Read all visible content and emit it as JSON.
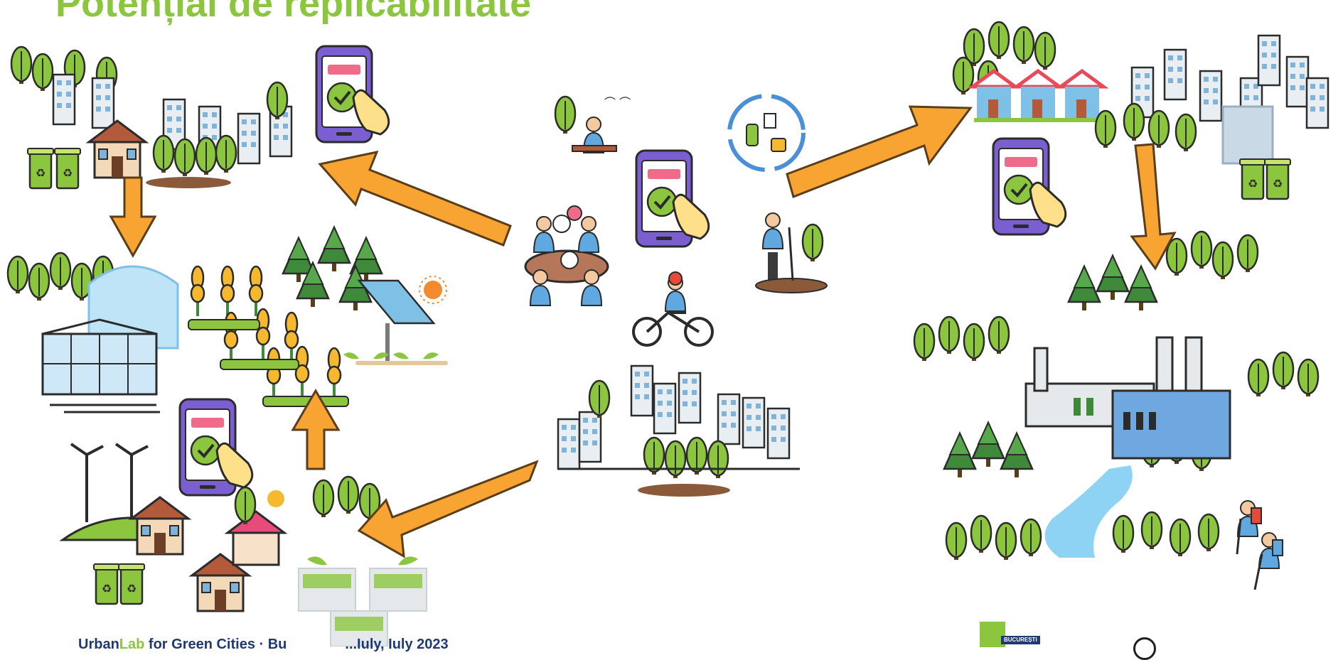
{
  "slide": {
    "title": "Potențial de replicabilitate",
    "footer_part1": "Urban",
    "footer_part2": "Lab",
    "footer_part3": " for Green Cities · Bu",
    "footer_part4": "...Iuly, Iuly 2023",
    "logo_badge": "BUCUREȘTI"
  },
  "colors": {
    "title": "#8cc63f",
    "arrow": "#f7a433",
    "arrow_outline": "#5a3e1b",
    "tree_green": "#8cc63f",
    "dark_green": "#3f8a3a",
    "footer_text": "#1f3a73"
  },
  "icons": [
    "city-cluster-icon",
    "recycle-bins-icon",
    "smartphone-tap-icon",
    "house-icon",
    "forest-icon",
    "greenhouse-icon",
    "wheat-field-icon",
    "solar-panel-icon",
    "wind-turbine-icon",
    "green-roof-house-icon",
    "park-bench-person-icon",
    "community-meeting-icon",
    "recycling-cycle-icon",
    "tree-planting-person-icon",
    "cyclist-icon",
    "factory-icon",
    "river-icon",
    "hikers-icon",
    "sun-icon"
  ]
}
